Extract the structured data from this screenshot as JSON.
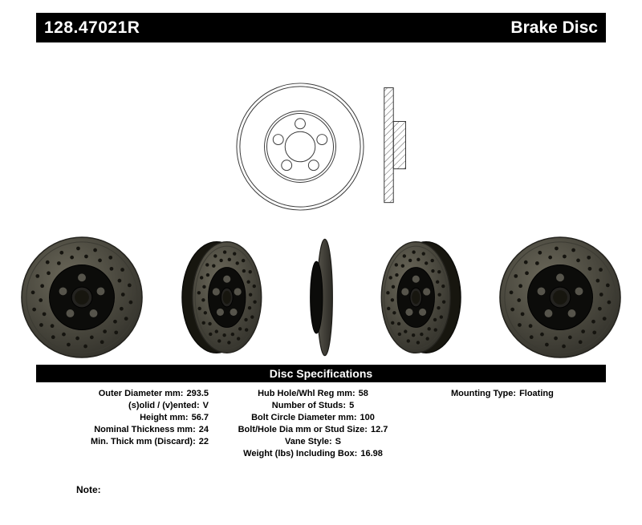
{
  "header": {
    "part_number": "128.47021R",
    "product_name": "Brake Disc"
  },
  "colors": {
    "bar_background": "#000000",
    "bar_text": "#ffffff"
  },
  "drawings": {
    "front_view": "brake-disc-front-line-drawing",
    "side_view": "brake-disc-cross-section-drawing"
  },
  "photos": [
    {
      "name": "rotor-photo-front-left",
      "view": "front"
    },
    {
      "name": "rotor-photo-angled-left",
      "view": "angled-left"
    },
    {
      "name": "rotor-photo-side",
      "view": "side"
    },
    {
      "name": "rotor-photo-angled-right",
      "view": "angled-right"
    },
    {
      "name": "rotor-photo-front-right",
      "view": "front"
    }
  ],
  "spec_section": {
    "title": "Disc Specifications"
  },
  "specs": {
    "left": [
      {
        "label": "Outer Diameter mm:",
        "value": "293.5"
      },
      {
        "label": "(s)olid / (v)ented:",
        "value": "V"
      },
      {
        "label": "Height mm:",
        "value": "56.7"
      },
      {
        "label": "Nominal Thickness mm:",
        "value": "24"
      },
      {
        "label": "Min. Thick mm (Discard):",
        "value": "22"
      }
    ],
    "middle": [
      {
        "label": "Hub Hole/Whl Reg mm:",
        "value": "58"
      },
      {
        "label": "Number of Studs:",
        "value": "5"
      },
      {
        "label": "Bolt Circle Diameter mm:",
        "value": "100"
      },
      {
        "label": "Bolt/Hole Dia mm or Stud Size:",
        "value": "12.7"
      },
      {
        "label": "Vane Style:",
        "value": "S"
      },
      {
        "label": "Weight (lbs) Including Box:",
        "value": "16.98"
      }
    ],
    "right": [
      {
        "label": "Mounting Type:",
        "value": "Floating"
      }
    ]
  },
  "note_label": "Note:"
}
